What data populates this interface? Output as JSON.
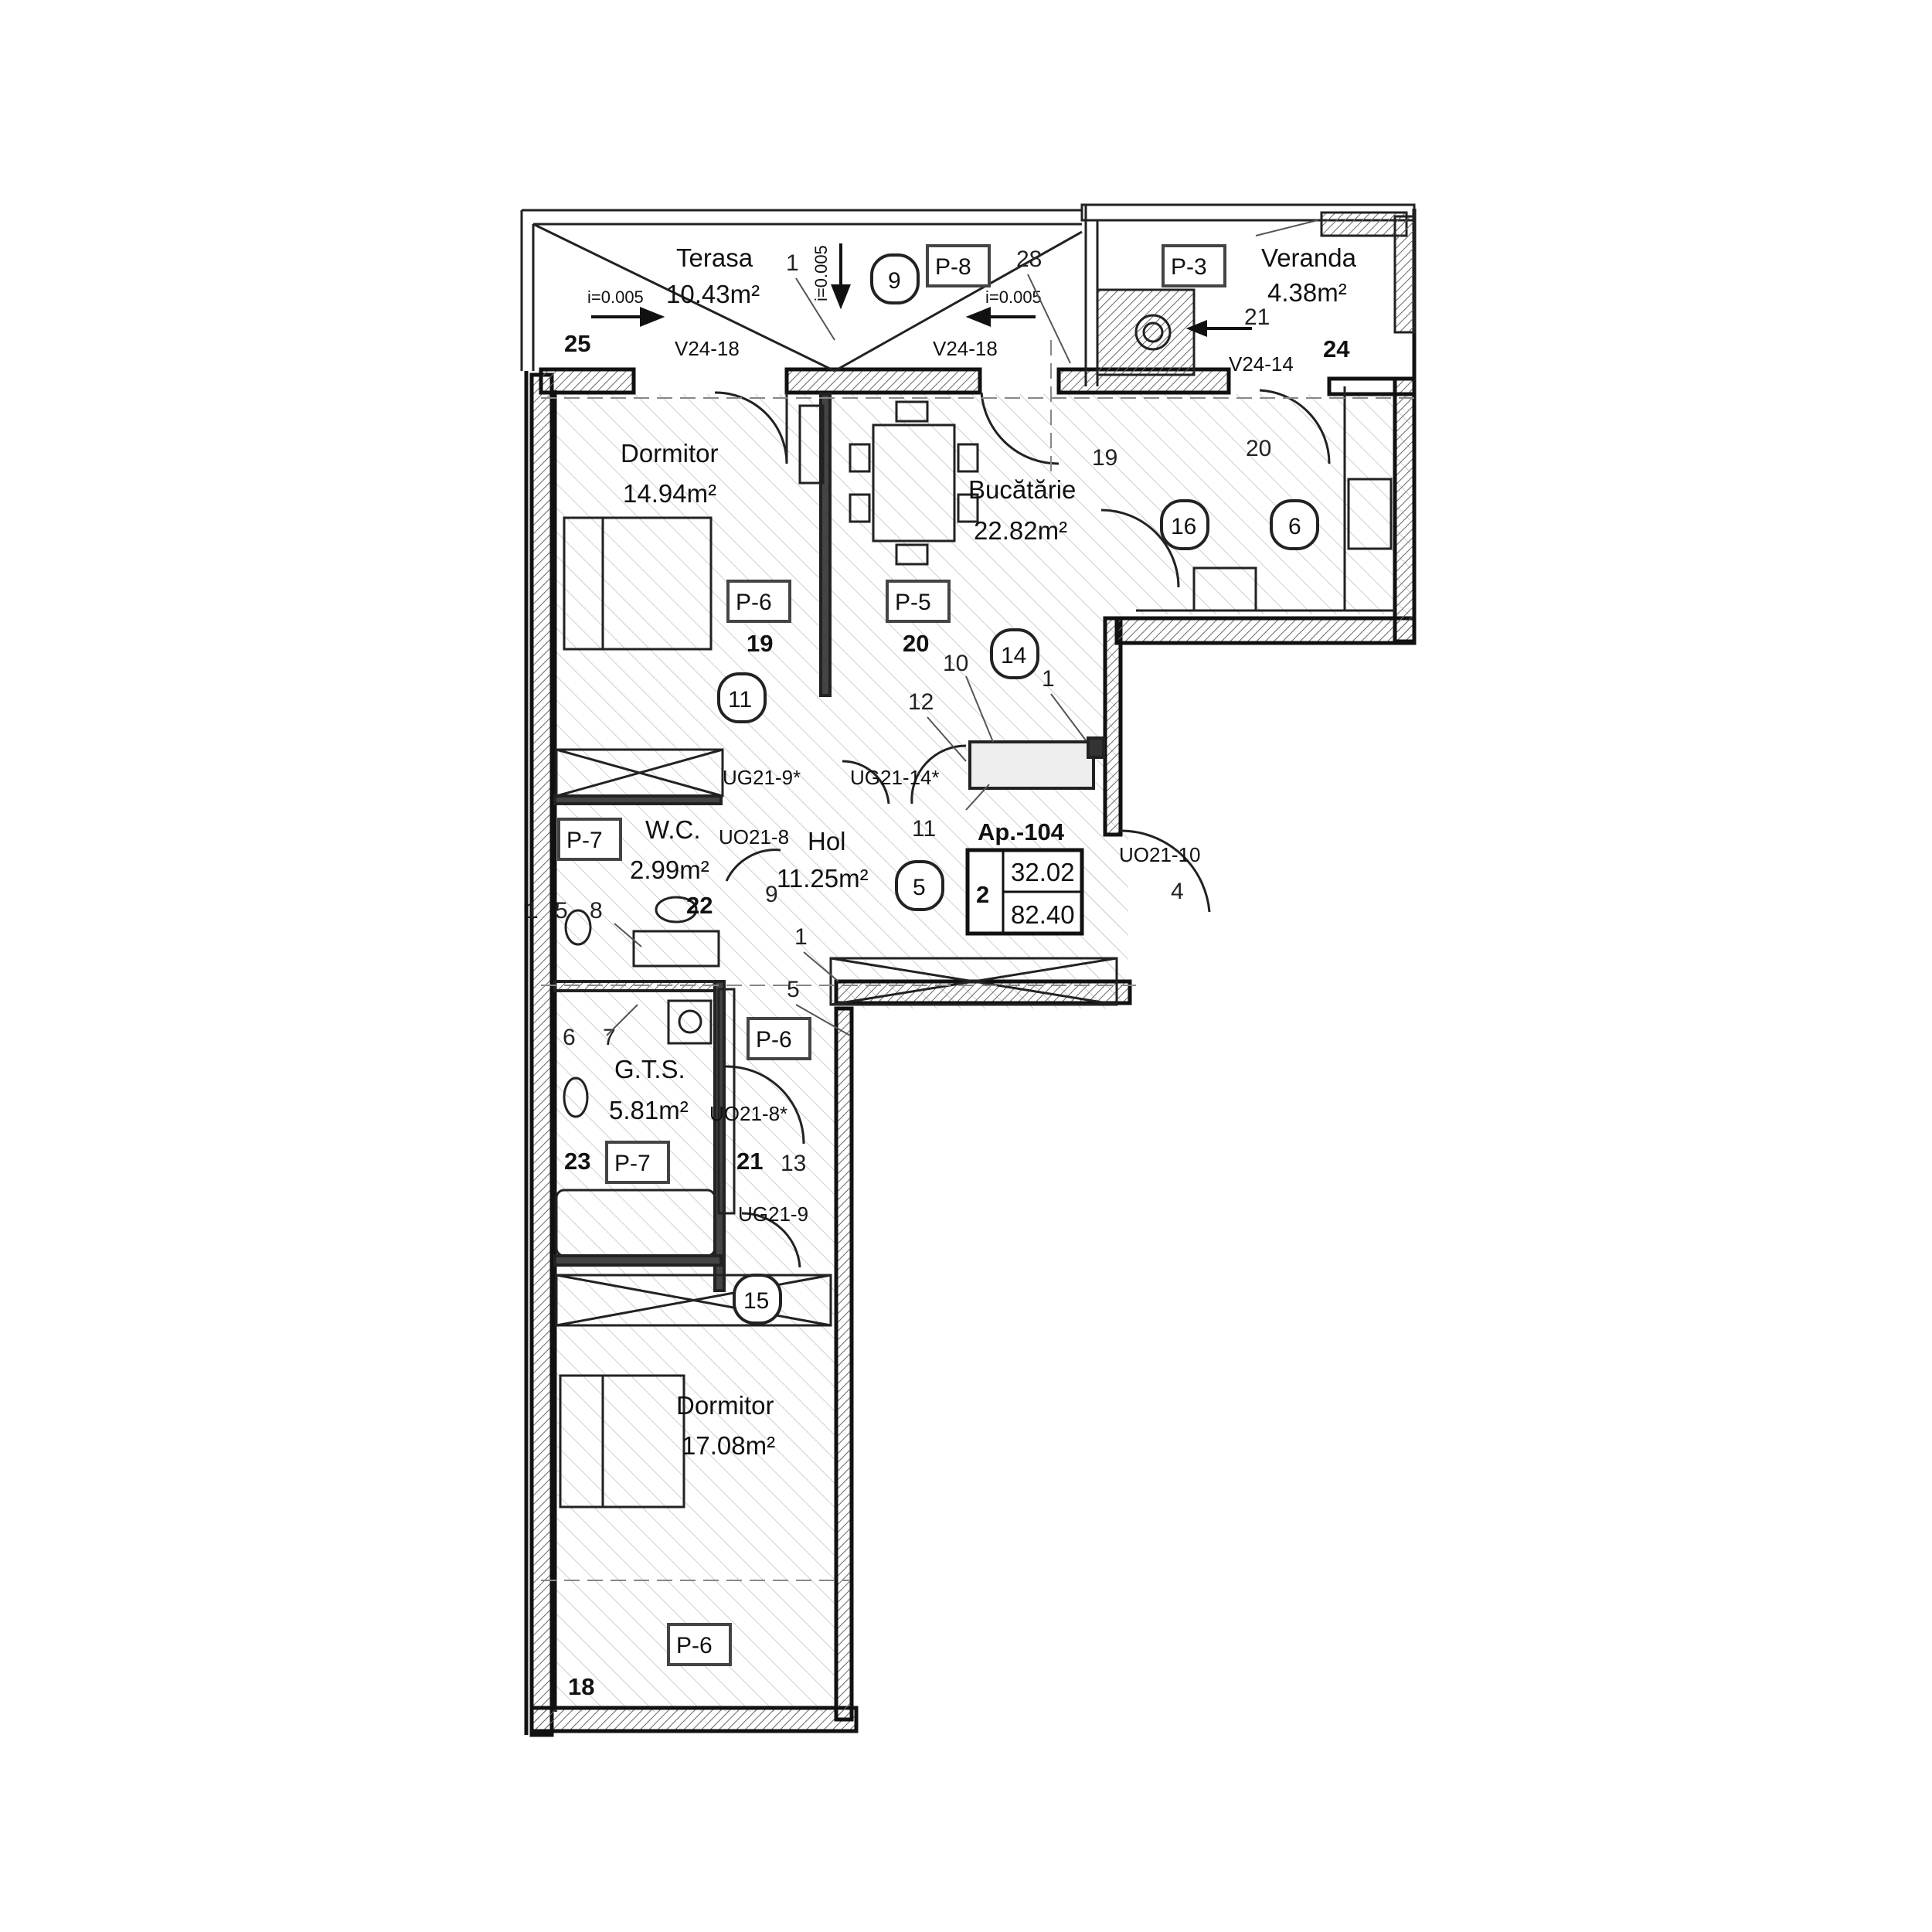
{
  "rooms": {
    "terasa": {
      "name": "Terasa",
      "area": "10.43m²"
    },
    "veranda": {
      "name": "Veranda",
      "area": "4.38m²"
    },
    "dormitor_top": {
      "name": "Dormitor",
      "area": "14.94m²"
    },
    "bucatarie": {
      "name": "Bucătărie",
      "area": "22.82m²"
    },
    "wc": {
      "name": "W.C.",
      "area": "2.99m²"
    },
    "hol": {
      "name": "Hol",
      "area": "11.25m²"
    },
    "gts": {
      "name": "G.T.S.",
      "area": "5.81m²"
    },
    "dormitor_bottom": {
      "name": "Dormitor",
      "area": "17.08m²"
    }
  },
  "finish_tags": {
    "p8": "P-8",
    "p3": "P-3",
    "p6_top": "P-6",
    "p5": "P-5",
    "p7_wc": "P-7",
    "p6_hol": "P-6",
    "p7_gts": "P-7",
    "p6_bottom": "P-6"
  },
  "circle_tags": {
    "c9": "9",
    "c16": "16",
    "c6": "6",
    "c14": "14",
    "c11": "11",
    "c5": "5",
    "c15": "15"
  },
  "openings": {
    "v24_18_left": "V24-18",
    "v24_18_right": "V24-18",
    "v24_14": "V24-14",
    "ug21_9s": "UG21-9*",
    "ug21_14s": "UG21-14*",
    "uo21_8": "UO21-8",
    "uo21_10": "UO21-10",
    "uo21_8s": "UO21-8*",
    "ug21_9": "UG21-9"
  },
  "slopes": {
    "left": "i=0.005",
    "vertical": "i=0.005",
    "right": "i=0.005"
  },
  "room_numbers": {
    "n25": "25",
    "n24": "24",
    "n19": "19",
    "n20": "20",
    "n22": "22",
    "n23": "23",
    "n21": "21",
    "n18": "18"
  },
  "apartment": {
    "title": "Ap.-104",
    "rooms": "2",
    "area_living": "32.02",
    "area_total": "82.40"
  },
  "refs": {
    "t1": "1",
    "t28": "28",
    "t21": "21",
    "t19": "19",
    "t20": "20",
    "t10": "10",
    "t1b": "1",
    "t12": "12",
    "t11": "11",
    "t1c": "1",
    "t5a": "5",
    "t8": "8",
    "t9": "9",
    "t4": "4",
    "t1d": "1",
    "t5b": "5",
    "t6": "6",
    "t7": "7",
    "t13": "13"
  },
  "colors": {
    "wall": "#1a1a1a",
    "hatch": "#cfcfcf",
    "line": "#222222"
  }
}
